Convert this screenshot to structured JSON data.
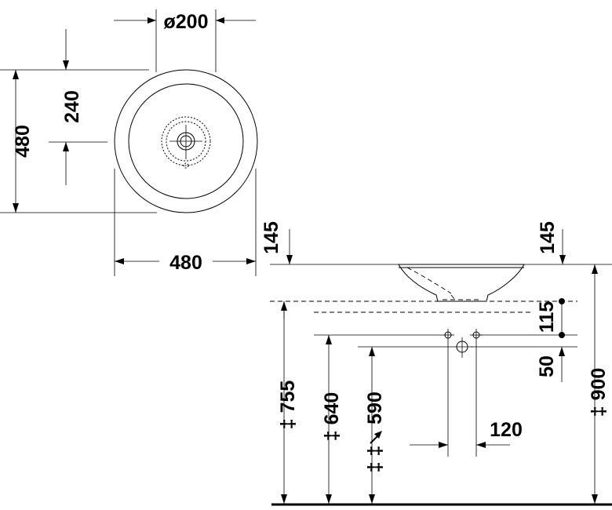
{
  "plan_view": {
    "diameter_label": "ø200",
    "height_label": "480",
    "center_offset_label": "240",
    "width_label": "480"
  },
  "elevation": {
    "left_top_label": "145",
    "right_top_label": "145",
    "gap_115_label": "115",
    "gap_50_label": "50",
    "height_755_label": "‡ 755",
    "height_640_label": "‡ 640",
    "height_590_label": "590",
    "height_900_label": "‡ 900",
    "spacing_120_label": "120",
    "double_dagger_mark": "‡ ‡"
  }
}
